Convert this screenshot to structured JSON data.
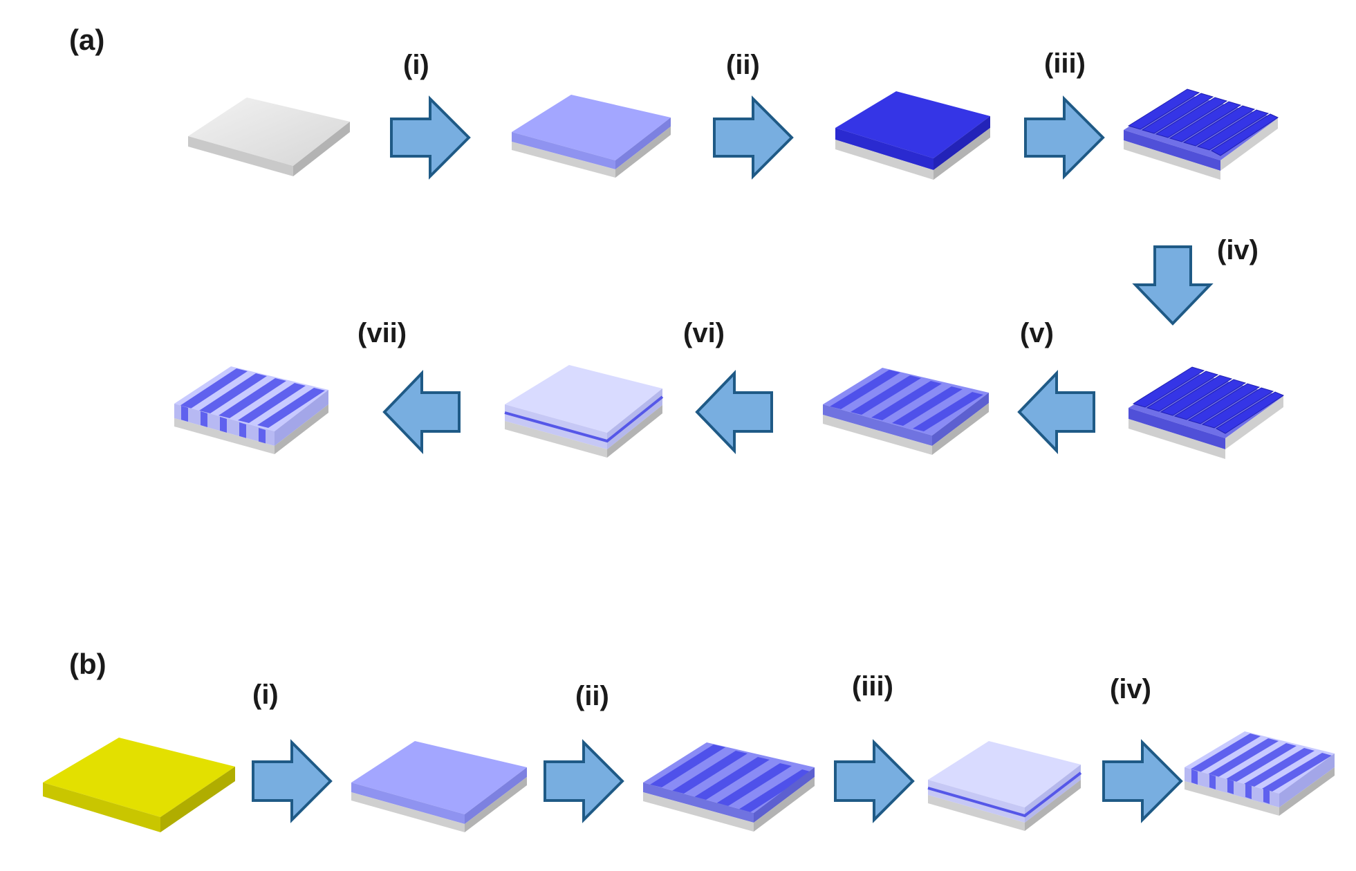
{
  "panels": [
    {
      "label": "(a)",
      "step_labels": [
        "(i)",
        "(ii)",
        "(iii)",
        "(iv)",
        "(v)",
        "(vi)",
        "(vii)"
      ],
      "stages": [
        {
          "id": "substrate",
          "type": "plain",
          "color": "#e6e6e6"
        },
        {
          "id": "thin-film",
          "type": "plain",
          "color": "#a3a6ff"
        },
        {
          "id": "resist",
          "type": "plain",
          "color": "#3535e6"
        },
        {
          "id": "resist-grating",
          "type": "ridged",
          "color": "#3535e6"
        },
        {
          "id": "resist-grating-2",
          "type": "ridged",
          "color": "#3535e6"
        },
        {
          "id": "striped-film",
          "type": "striped",
          "color": "#6a6cf0"
        },
        {
          "id": "capped",
          "type": "layered",
          "color": "#d9dbff"
        },
        {
          "id": "final-grating",
          "type": "striped-side",
          "color": "#6a6cf0"
        }
      ]
    },
    {
      "label": "(b)",
      "step_labels": [
        "(i)",
        "(ii)",
        "(iii)",
        "(iv)"
      ],
      "stages": [
        {
          "id": "yellow-substrate",
          "type": "plain",
          "color": "#e3e000"
        },
        {
          "id": "thin-film",
          "type": "plain",
          "color": "#a3a6ff"
        },
        {
          "id": "striped-film",
          "type": "striped",
          "color": "#6a6cf0"
        },
        {
          "id": "capped",
          "type": "layered",
          "color": "#d9dbff"
        },
        {
          "id": "final-grating",
          "type": "striped-side",
          "color": "#6a6cf0"
        }
      ]
    }
  ],
  "colors": {
    "arrow_fill": "#78aee0",
    "arrow_stroke": "#1f5a86",
    "substrate_base": "#cfcfcf",
    "text": "#1a1a1a"
  }
}
